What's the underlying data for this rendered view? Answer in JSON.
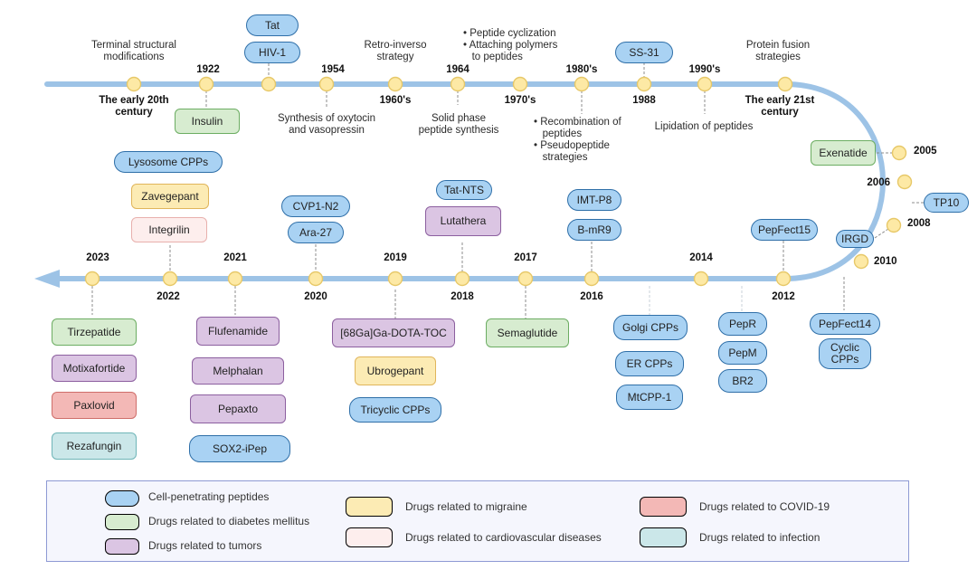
{
  "colors": {
    "line": "#9dc3e6",
    "dot_fill": "#fde9a5",
    "dot_stroke": "#e7c868",
    "leader": "#8c8c8c"
  },
  "timeline_upper": {
    "labels": {
      "early20": "The early 20th\ncentury",
      "y1922": "1922",
      "y1954": "1954",
      "y1960s": "1960's",
      "y1964": "1964",
      "y1970s": "1970's",
      "y1980s": "1980's",
      "y1988": "1988",
      "y1990s": "1990's",
      "early21": "The early 21st\ncentury"
    },
    "events": {
      "terminal": "Terminal structural\nmodifications",
      "retro": "Retro-inverso\nstrategy",
      "cyclization": "• Peptide cyclization\n• Attaching polymers\n   to peptides",
      "fusion": "Protein fusion\nstrategies",
      "oxytocin": "Synthesis of oxytocin\nand vasopressin",
      "spps": "Solid phase\npeptide synthesis",
      "recomb": "• Recombination of\n   peptides\n• Pseudopeptide\n   strategies",
      "lipidation": "Lipidation of peptides"
    },
    "boxes": {
      "tat": "Tat",
      "hiv": "HIV-1",
      "ss31": "SS-31",
      "insulin": "Insulin"
    }
  },
  "timeline_curve": {
    "labels": {
      "y2005": "2005",
      "y2006": "2006",
      "y2008": "2008",
      "y2010": "2010"
    },
    "boxes": {
      "exenatide": "Exenatide",
      "tp10": "TP10",
      "irgd": "IRGD"
    }
  },
  "timeline_lower": {
    "labels": {
      "y2023": "2023",
      "y2022": "2022",
      "y2021": "2021",
      "y2020": "2020",
      "y2019": "2019",
      "y2018": "2018",
      "y2017": "2017",
      "y2016": "2016",
      "y2014": "2014",
      "y2012": "2012"
    },
    "above": {
      "lysosome": "Lysosome CPPs",
      "zavegepant": "Zavegepant",
      "integrilin": "Integrilin",
      "cvp1": "CVP1-N2",
      "ara27": "Ara-27",
      "tatnts": "Tat-NTS",
      "lutathera": "Lutathera",
      "imtp8": "IMT-P8",
      "bmr9": "B-mR9",
      "pepfect15": "PepFect15"
    },
    "below": {
      "tirzepatide": "Tirzepatide",
      "motixafortide": "Motixafortide",
      "paxlovid": "Paxlovid",
      "rezafungin": "Rezafungin",
      "flufenamide": "Flufenamide",
      "melphalan": "Melphalan",
      "pepaxto": "Pepaxto",
      "sox2": "SOX2-iPep",
      "gadota": "[68Ga]Ga-DOTA-TOC",
      "ubrogepant": "Ubrogepant",
      "tricyclic": "Tricyclic CPPs",
      "semaglutide": "Semaglutide",
      "golgi": "Golgi CPPs",
      "er": "ER CPPs",
      "mtcpp": "MtCPP-1",
      "pepr": "PepR",
      "pepm": "PepM",
      "br2": "BR2",
      "pepfect14": "PepFect14",
      "cyclic": "Cyclic\nCPPs"
    }
  },
  "legend": {
    "cpp": "Cell-penetrating peptides",
    "diabetes": "Drugs related to diabetes mellitus",
    "tumors": "Drugs related to tumors",
    "migraine": "Drugs related to migraine",
    "cardio": "Drugs related to cardiovascular diseases",
    "covid": "Drugs related to COVID-19",
    "infection": "Drugs related to infection"
  }
}
